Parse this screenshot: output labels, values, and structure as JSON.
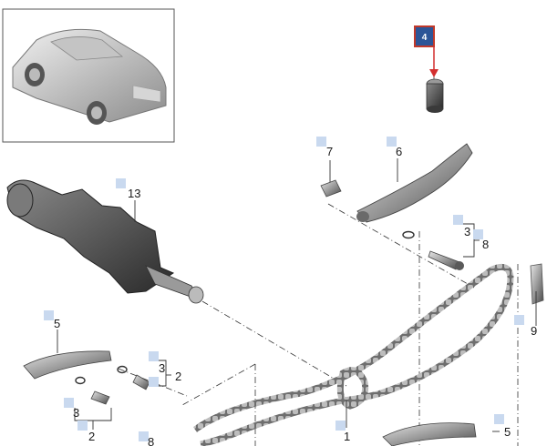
{
  "callout": {
    "label": "4",
    "color": "#2c5597",
    "border": "#c0392b"
  },
  "parts": {
    "p1": "1",
    "p2a": "2",
    "p2b": "2",
    "p3a": "3",
    "p3b": "3",
    "p3c": "3",
    "p5a": "5",
    "p5b": "5",
    "p6": "6",
    "p7": "7",
    "p8a": "8",
    "p8b": "8",
    "p9": "9",
    "p13": "13"
  },
  "colors": {
    "marker": "#c9d9ef",
    "line": "#333333",
    "part": "#7a7a7a"
  }
}
